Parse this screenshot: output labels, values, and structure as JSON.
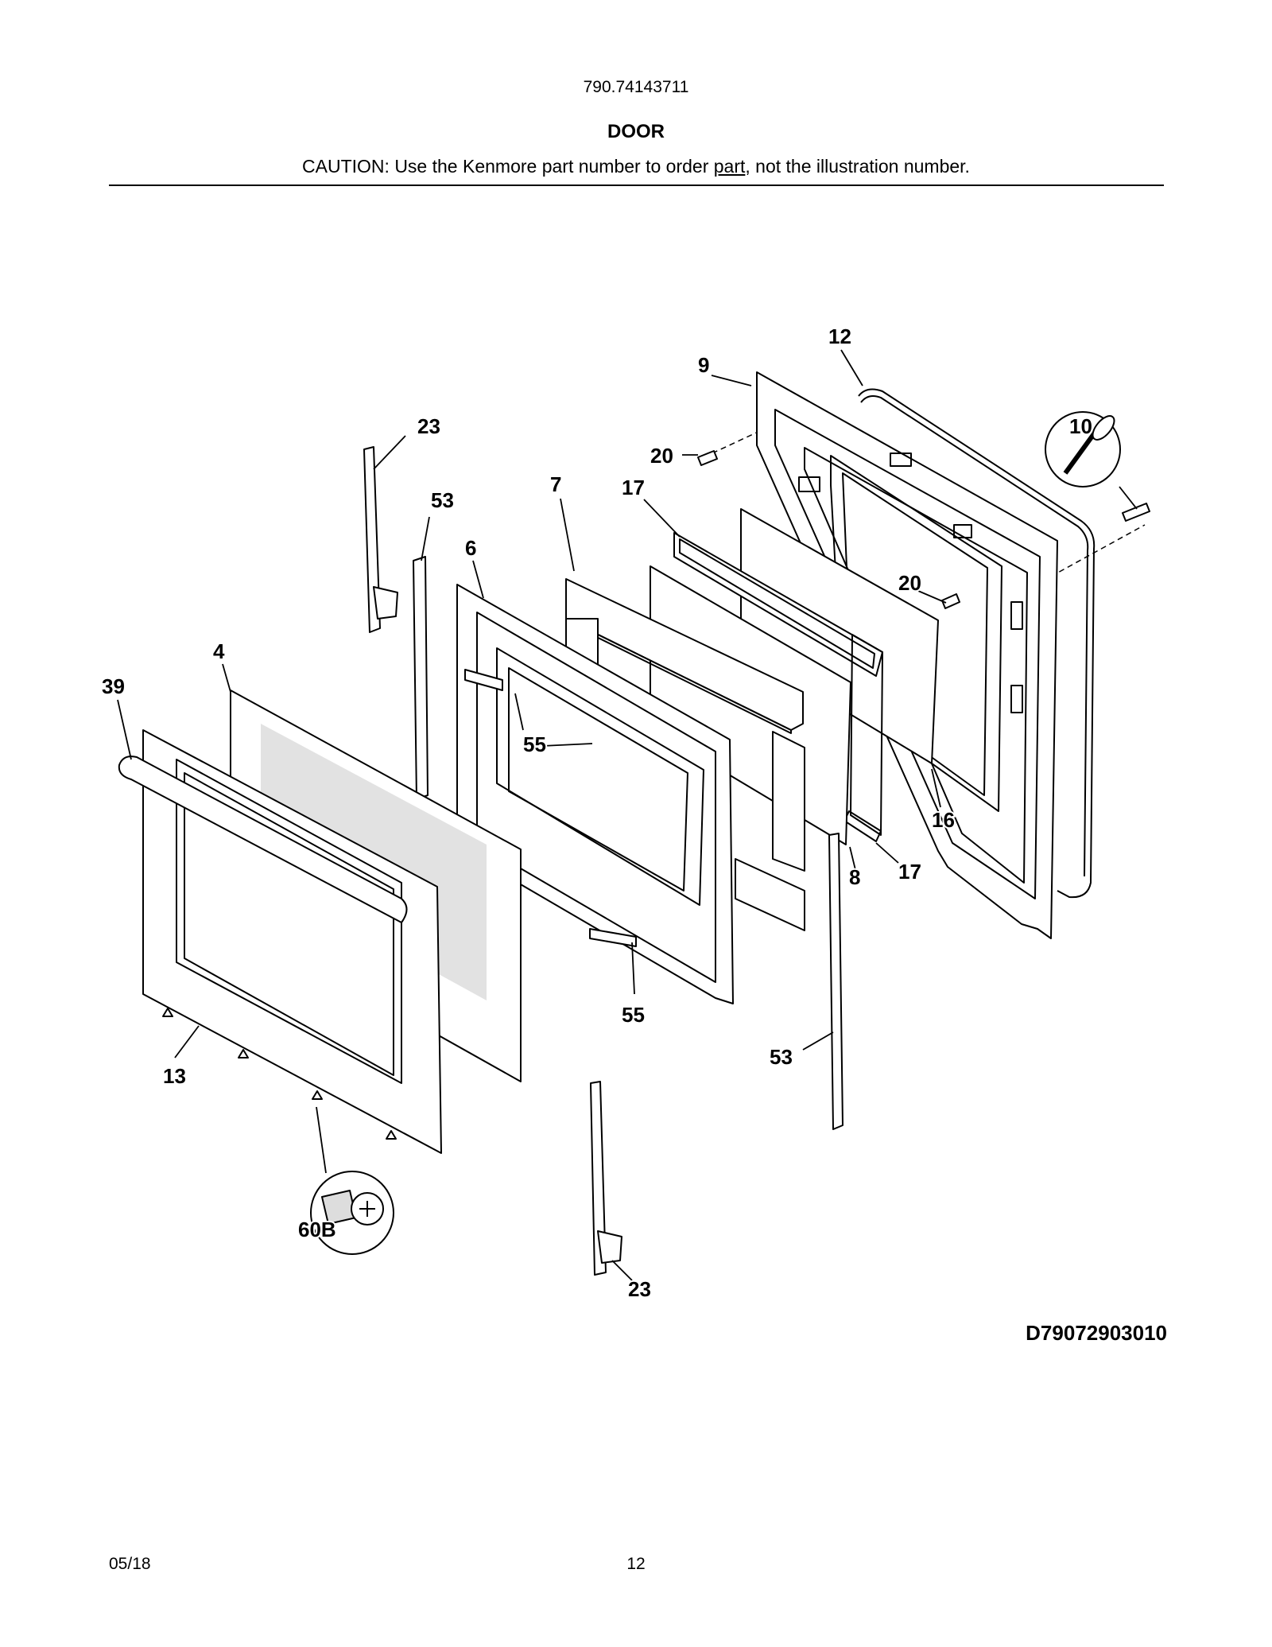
{
  "header": {
    "model_number": "790.74143711",
    "section_title": "DOOR",
    "caution_prefix": "CAUTION: Use the Kenmore part number to order ",
    "caution_underlined": "part",
    "caution_suffix": ", not the illustration number."
  },
  "diagram": {
    "callouts": [
      {
        "id": "12",
        "label": "12"
      },
      {
        "id": "9",
        "label": "9"
      },
      {
        "id": "10",
        "label": "10"
      },
      {
        "id": "23-top",
        "label": "23"
      },
      {
        "id": "20-left",
        "label": "20"
      },
      {
        "id": "53-left",
        "label": "53"
      },
      {
        "id": "7",
        "label": "7"
      },
      {
        "id": "17-top",
        "label": "17"
      },
      {
        "id": "6",
        "label": "6"
      },
      {
        "id": "20-right",
        "label": "20"
      },
      {
        "id": "4",
        "label": "4"
      },
      {
        "id": "39",
        "label": "39"
      },
      {
        "id": "55-top",
        "label": "55"
      },
      {
        "id": "16",
        "label": "16"
      },
      {
        "id": "8",
        "label": "8"
      },
      {
        "id": "17-bottom",
        "label": "17"
      },
      {
        "id": "55-bottom",
        "label": "55"
      },
      {
        "id": "13",
        "label": "13"
      },
      {
        "id": "53-right",
        "label": "53"
      },
      {
        "id": "60B",
        "label": "60B"
      },
      {
        "id": "23-bottom",
        "label": "23"
      }
    ],
    "drawing_code": "D79072903010"
  },
  "footer": {
    "date": "05/18",
    "page_number": "12"
  }
}
